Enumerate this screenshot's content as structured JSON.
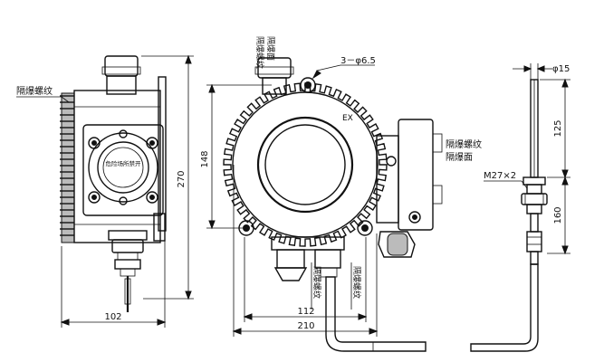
{
  "labels": {
    "left_thread": "隔爆螺纹",
    "top_vertical_a": "隔爆螺纹",
    "top_vertical_b": "隔爆面",
    "holes": "3－φ6.5",
    "ex_mark": "EX",
    "right_a": "隔爆螺纹",
    "right_b": "隔爆面",
    "bottom_thread": "隔爆螺纹",
    "bottom_face": "隔爆螺纹",
    "dia15": "φ15",
    "m27": "M27×2",
    "window_text": "危险场所禁开"
  },
  "dimensions": {
    "d102": "102",
    "d270": "270",
    "d148": "148",
    "d112": "112",
    "d210": "210",
    "d125": "125",
    "d160": "160"
  }
}
